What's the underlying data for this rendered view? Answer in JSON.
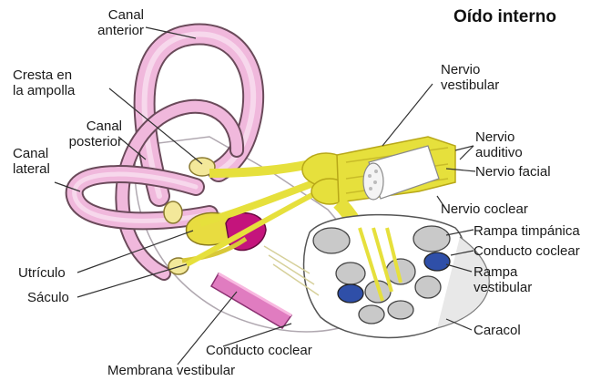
{
  "title": "Oído interno",
  "labels": {
    "canal_anterior": "Canal\nanterior",
    "cresta_ampolla": "Cresta en\nla ampolla",
    "canal_posterior": "Canal\nposterior",
    "canal_lateral": "Canal\nlateral",
    "utriculo": "Utrículo",
    "saculo": "Sáculo",
    "conducto_coclear_bottom": "Conducto coclear",
    "membrana_vestibular": "Membrana vestibular",
    "nervio_vestibular": "Nervio\nvestibular",
    "nervio_auditivo": "Nervio\nauditivo",
    "nervio_facial": "Nervio facial",
    "nervio_coclear": "Nervio coclear",
    "rampa_timpanica": "Rampa timpánica",
    "conducto_coclear_right": "Conducto coclear",
    "rampa_vestibular": "Rampa\nvestibular",
    "caracol": "Caracol"
  },
  "colors": {
    "canal_pink": "#f0b8dc",
    "canal_outline": "#6a4a5a",
    "nerve_yellow": "#e6e03c",
    "nerve_dark": "#b8a818",
    "cochlea_gray": "#c9c9c9",
    "cochlea_blue": "#2f4fa8",
    "membrane_pink": "#e07cc0",
    "magenta": "#c4147c",
    "leader": "#333333"
  }
}
